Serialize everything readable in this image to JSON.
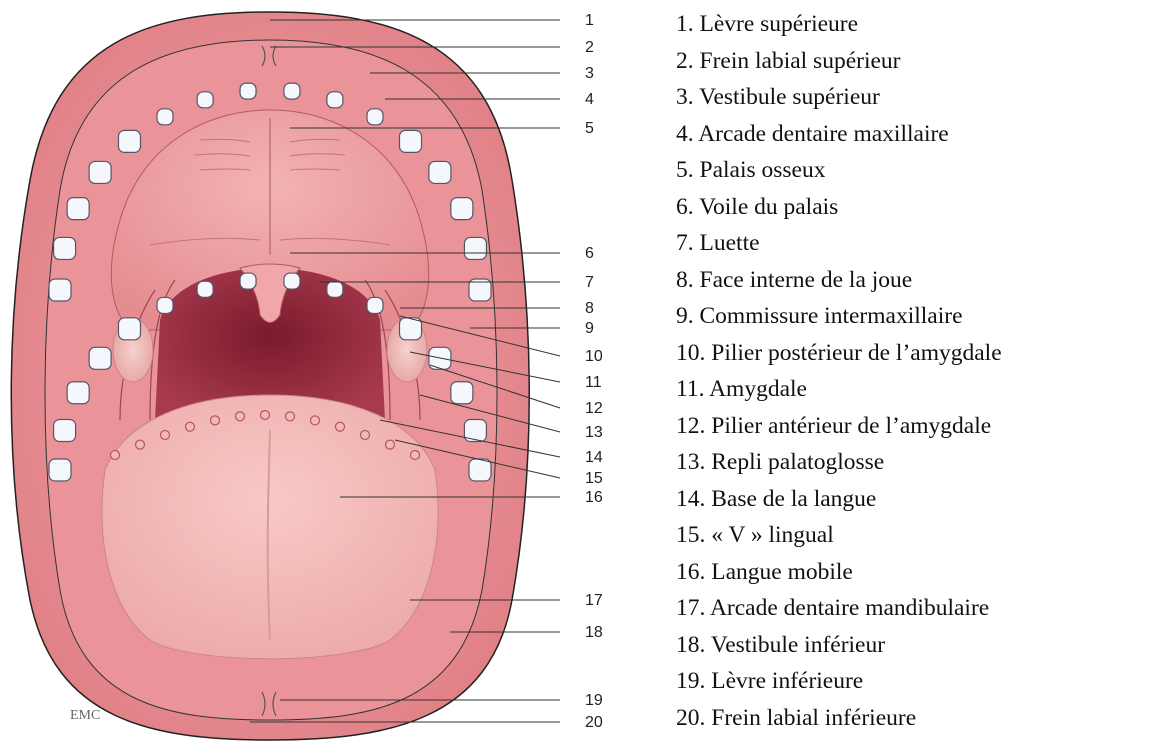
{
  "diagram": {
    "logo": "EMC",
    "labels": [
      {
        "num": "1",
        "text": "1. Lèvre supérieure"
      },
      {
        "num": "2",
        "text": "2. Frein labial supérieur"
      },
      {
        "num": "3",
        "text": "3. Vestibule supérieur"
      },
      {
        "num": "4",
        "text": "4. Arcade dentaire maxillaire"
      },
      {
        "num": "5",
        "text": "5. Palais osseux"
      },
      {
        "num": "6",
        "text": "6. Voile du palais"
      },
      {
        "num": "7",
        "text": "7. Luette"
      },
      {
        "num": "8",
        "text": "8. Face interne de la joue"
      },
      {
        "num": "9",
        "text": "9. Commissure intermaxillaire"
      },
      {
        "num": "10",
        "text": "10. Pilier postérieur de l’amygdale"
      },
      {
        "num": "11",
        "text": "11. Amygdale"
      },
      {
        "num": "12",
        "text": "12. Pilier antérieur de l’amygdale"
      },
      {
        "num": "13",
        "text": "13. Repli palatoglosse"
      },
      {
        "num": "14",
        "text": "14. Base de la langue"
      },
      {
        "num": "15",
        "text": "15. « V » lingual"
      },
      {
        "num": "16",
        "text": "16. Langue mobile"
      },
      {
        "num": "17",
        "text": "17. Arcade dentaire mandibulaire"
      },
      {
        "num": "18",
        "text": "18. Vestibule inférieur"
      },
      {
        "num": "19",
        "text": "19. Lèvre inférieure"
      },
      {
        "num": "20",
        "text": "20. Frein labial inférieure"
      }
    ]
  }
}
